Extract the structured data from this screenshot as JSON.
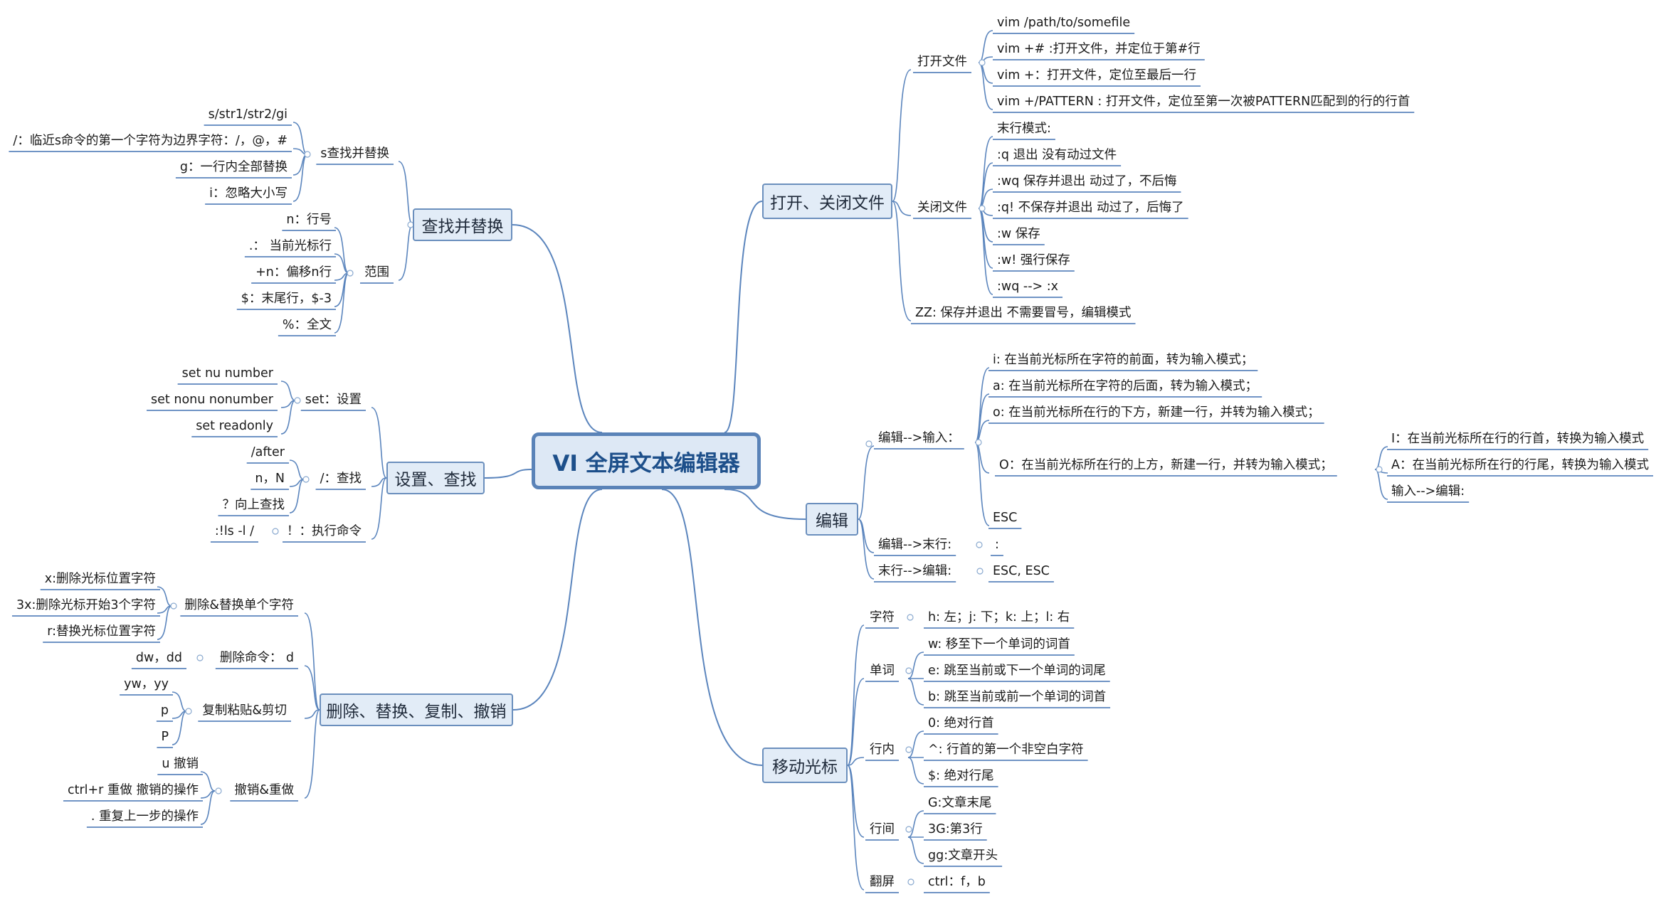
{
  "root": {
    "title": "VI 全屏文本编辑器"
  },
  "topics": {
    "open_close": "打开、关闭文件",
    "edit": "编辑",
    "move": "移动光标",
    "find_replace": "查找并替换",
    "settings": "设置、查找",
    "delete": "删除、替换、复制、撤销"
  },
  "open_close": {
    "open_label": "打开文件",
    "open_items": [
      "vim /path/to/somefile",
      "vim +# :打开文件，并定位于第#行",
      "vim +：打开文件，定位至最后一行",
      "vim +/PATTERN : 打开文件，定位至第一次被PATTERN匹配到的行的行首"
    ],
    "close_label": "关闭文件",
    "close_items": [
      "末行模式:",
      ":q  退出  没有动过文件",
      ":wq 保存并退出    动过了，不后悔",
      ":q! 不保存并退出   动过了，后悔了",
      ":w 保存",
      ":w! 强行保存",
      ":wq --> :x"
    ],
    "zz": "ZZ: 保存并退出    不需要冒号，编辑模式"
  },
  "edit": {
    "to_insert_label": "编辑-->输入：",
    "insert_items": [
      "i: 在当前光标所在字符的前面，转为输入模式；",
      "a: 在当前光标所在字符的后面，转为输入模式；",
      "o: 在当前光标所在行的下方，新建一行，并转为输入模式；",
      "O：在当前光标所在行的上方，新建一行，并转为输入模式；",
      "ESC"
    ],
    "O_children": [
      "I：在当前光标所在行的行首，转换为输入模式",
      "A：在当前光标所在行的行尾，转换为输入模式",
      "输入-->编辑:"
    ],
    "to_last_label": "编辑-->末行:",
    "to_last_value": ":",
    "last_to_edit_label": "末行-->编辑:",
    "last_to_edit_value": "ESC, ESC"
  },
  "move": {
    "char_label": "字符",
    "char_value": "h: 左；j: 下；k: 上；l: 右",
    "word_label": "单词",
    "word_items": [
      "w: 移至下一个单词的词首",
      "e: 跳至当前或下一个单词的词尾",
      "b: 跳至当前或前一个单词的词首"
    ],
    "line_label": "行内",
    "line_items": [
      "0: 绝对行首",
      "^: 行首的第一个非空白字符",
      "$: 绝对行尾"
    ],
    "row_label": "行间",
    "row_items": [
      "G:文章末尾",
      "3G:第3行",
      "gg:文章开头"
    ],
    "page_label": "翻屏",
    "page_value": "ctrl：f，b"
  },
  "find_replace": {
    "s_label": "s查找并替换",
    "s_items": [
      "s/str1/str2/gi",
      "/：临近s命令的第一个字符为边界字符：/，@，#",
      "g：一行内全部替换",
      "i：忽略大小写"
    ],
    "range_label": "范围",
    "range_items": [
      "n：行号",
      ".：  当前光标行",
      "+n：偏移n行",
      "$：末尾行，$-3",
      "%：全文"
    ]
  },
  "settings": {
    "set_label": "set：设置",
    "set_items": [
      "set nu   number",
      "set nonu nonumber",
      "set readonly"
    ],
    "find_label": "/：查找",
    "find_items": [
      "/after",
      "n，N",
      "？向上查找"
    ],
    "exec_label": "！：执行命令",
    "exec_value": ":!ls -l /"
  },
  "delete": {
    "single_label": "删除&替换单个字符",
    "single_items": [
      "x:删除光标位置字符",
      "3x:删除光标开始3个字符",
      "r:替换光标位置字符"
    ],
    "del_label": "删除命令：  d",
    "del_value": "dw，dd",
    "copy_label": "复制粘贴&剪切",
    "copy_items": [
      "yw，yy",
      "p",
      "P"
    ],
    "undo_label": "撤销&重做",
    "undo_items": [
      "u   撤销",
      "ctrl+r  重做 撤销的操作",
      ".  重复上一步的操作"
    ]
  },
  "colors": {
    "line": "#5b85bd",
    "root_border": "#5a83b8",
    "topic_fill": "#e2ecf7"
  }
}
